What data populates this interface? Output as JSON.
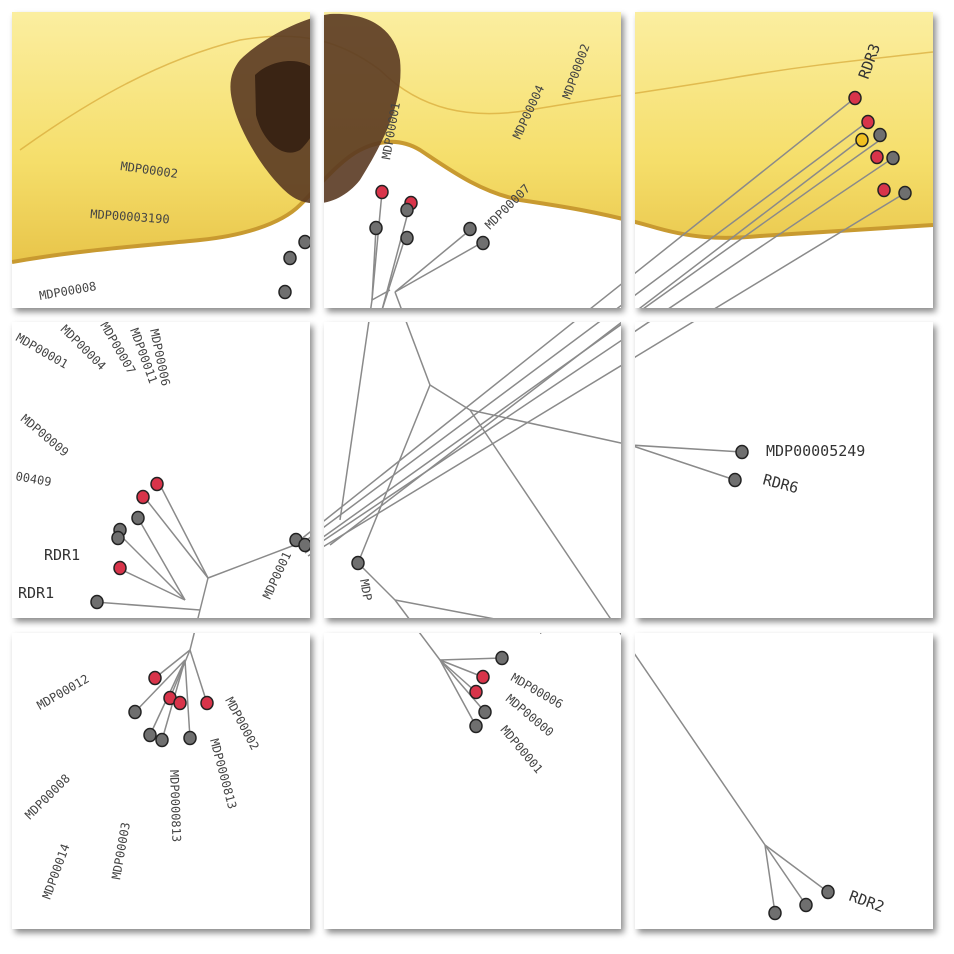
{
  "labels": {
    "rdr1_a": "RDR1",
    "rdr1_b": "RDR1",
    "rdr_right": "RDR6",
    "mdp_right": "MDP00005249",
    "rdr_bottom": "RDR2",
    "rdr_top_right": "RDR3"
  },
  "colors": {
    "red_node": "#d8344a",
    "gray_node": "#6f6f6f",
    "yellow_node": "#f0c020",
    "branch": "#8a8a8a",
    "label_text": "#444444",
    "apple_flesh": "#f6e27a"
  }
}
